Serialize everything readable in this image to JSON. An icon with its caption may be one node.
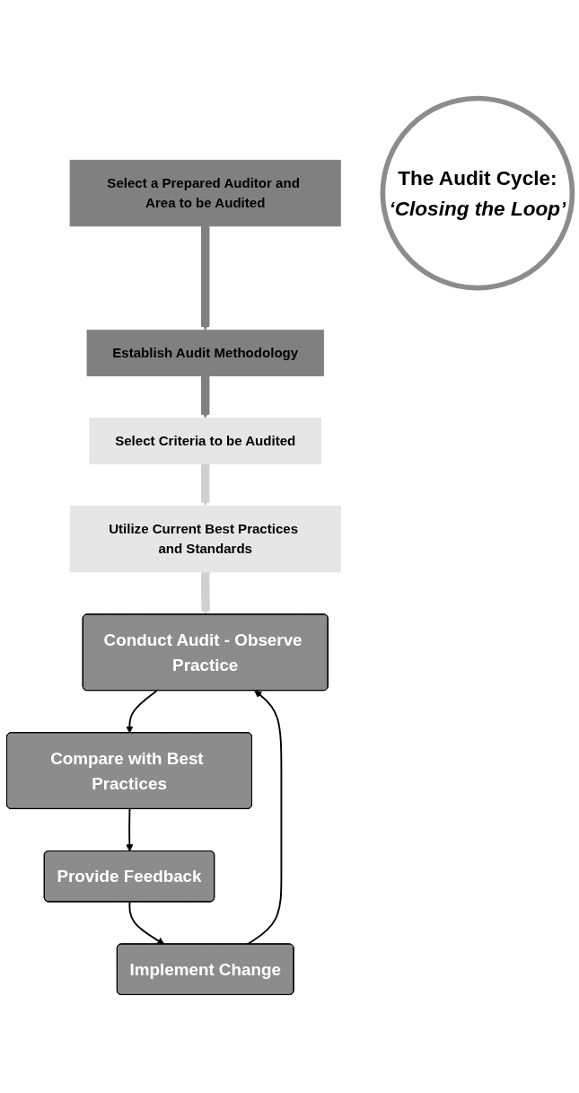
{
  "diagram": {
    "nodes": [
      {
        "text": [
          "Select a Prepared Auditor and Area to be Audited"
        ]
      },
      {
        "text": [
          "Establish Audit Methodology"
        ]
      },
      {
        "text": [
          "Select Criteria to be Audited"
        ]
      },
      {
        "text": [
          "Utilize Current Best Practices and Standards"
        ]
      },
      {
        "text": [
          "Conduct Audit - Observe Practice"
        ]
      },
      {
        "text": [
          "Compare with Best Practices"
        ]
      },
      {
        "text": [
          "Provide Feedback"
        ]
      },
      {
        "text": [
          "Implement Change"
        ]
      },
      {
        "text": [
          "The Audit Cycle:",
          "‘Closing the Loop’"
        ]
      }
    ],
    "edges": [
      {
        "from": 0,
        "to": 1,
        "arrow": "to",
        "style": "thick",
        "color": "#808080"
      },
      {
        "from": 1,
        "to": 2,
        "arrow": "to",
        "style": "thick",
        "color": "#808080"
      },
      {
        "from": 2,
        "to": 3,
        "arrow": "to",
        "style": "thick",
        "color": "#d0d0d0"
      },
      {
        "from": 3,
        "to": 4,
        "arrow": "to",
        "style": "thick",
        "color": "#d0d0d0"
      },
      {
        "from": 4,
        "to": 5,
        "arrow": "to"
      },
      {
        "from": 5,
        "to": 6,
        "arrow": "to"
      },
      {
        "from": 6,
        "to": 7,
        "arrow": "to"
      },
      {
        "from": 7,
        "to": 4,
        "arrow": "to"
      }
    ]
  }
}
